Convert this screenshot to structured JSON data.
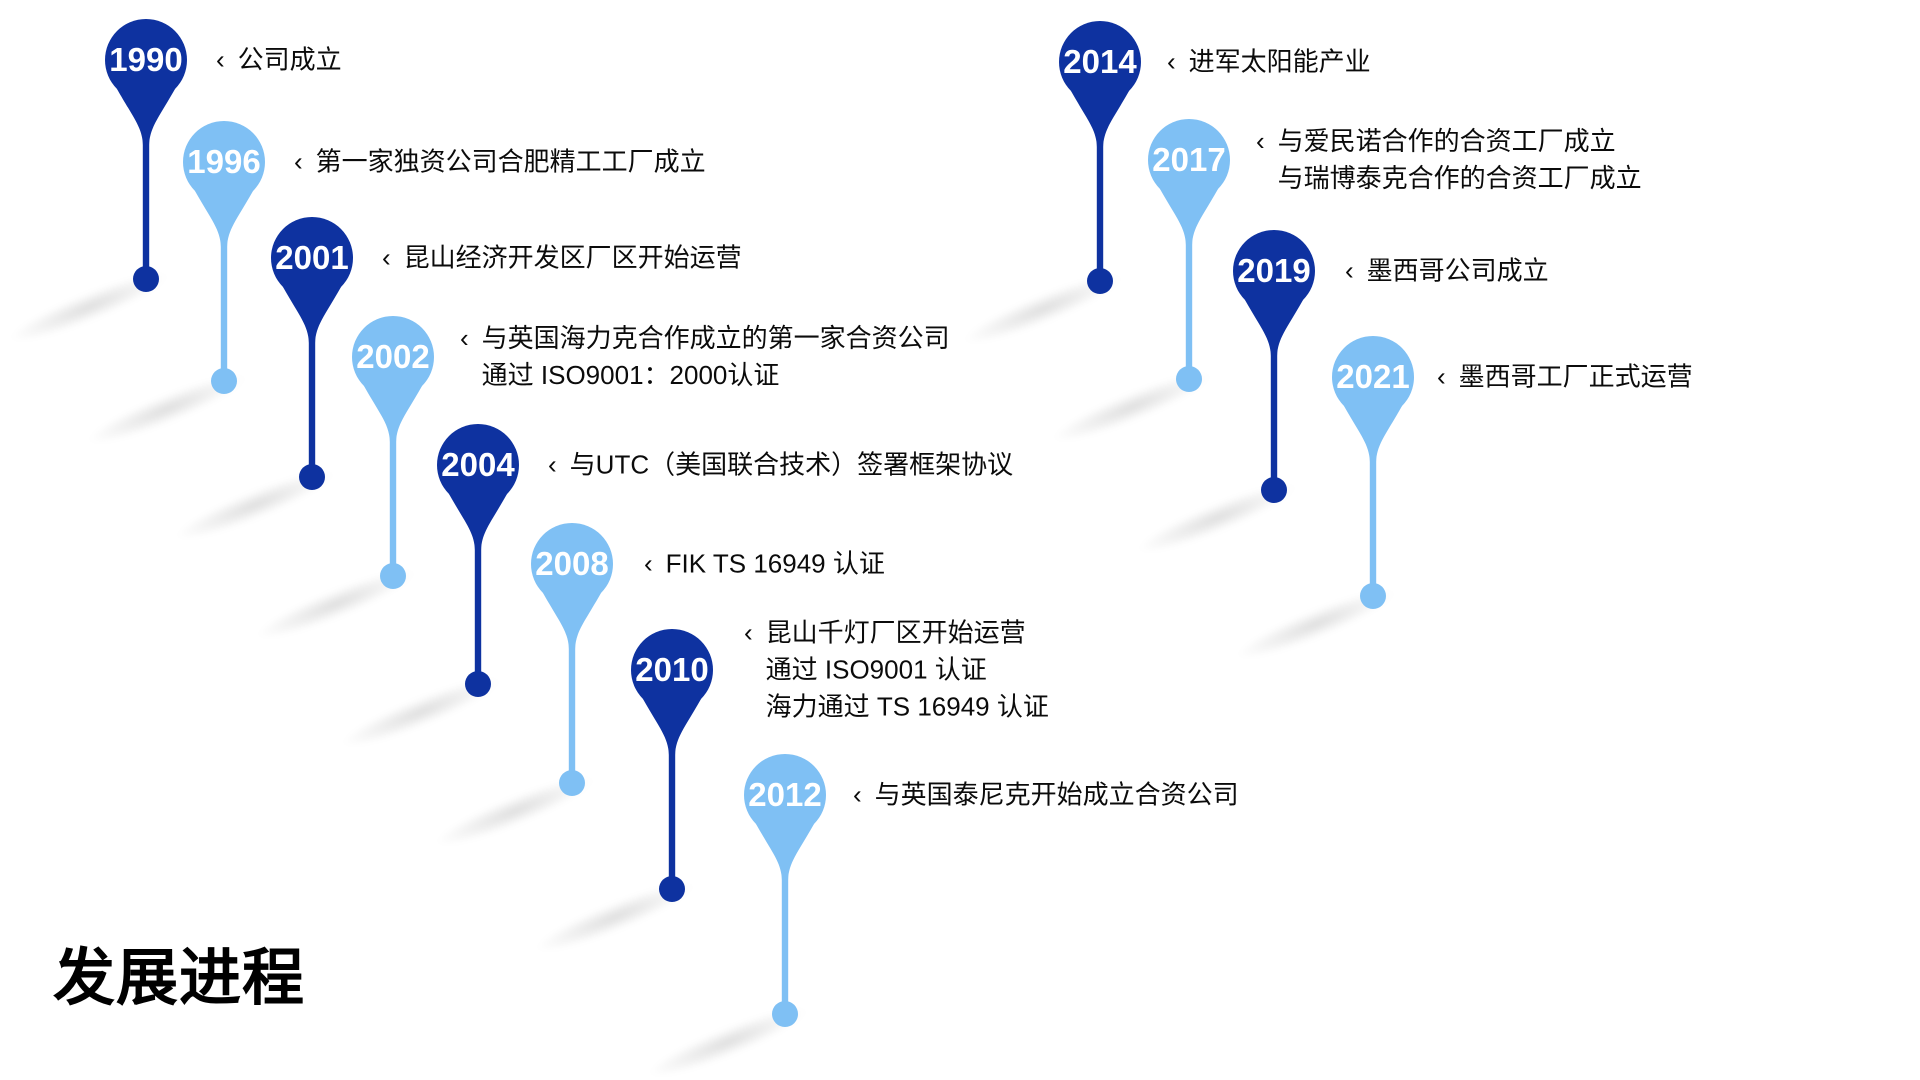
{
  "title": "发展进程",
  "bullet": "‹",
  "colors": {
    "dark": "#0E32A0",
    "light": "#7FC0F4"
  },
  "milestones": [
    {
      "year": "1990",
      "tone": "dark",
      "lines": [
        "公司成立"
      ]
    },
    {
      "year": "1996",
      "tone": "light",
      "lines": [
        "第一家独资公司合肥精工工厂成立"
      ]
    },
    {
      "year": "2001",
      "tone": "dark",
      "lines": [
        "昆山经济开发区厂区开始运营"
      ]
    },
    {
      "year": "2002",
      "tone": "light",
      "lines": [
        "与英国海力克合作成立的第一家合资公司",
        "通过 ISO9001：2000认证"
      ]
    },
    {
      "year": "2004",
      "tone": "dark",
      "lines": [
        "与UTC（美国联合技术）签署框架协议"
      ]
    },
    {
      "year": "2008",
      "tone": "light",
      "lines": [
        "FIK TS 16949 认证"
      ]
    },
    {
      "year": "2010",
      "tone": "dark",
      "lines": [
        "昆山千灯厂区开始运营",
        "通过 ISO9001 认证",
        "海力通过 TS 16949 认证"
      ]
    },
    {
      "year": "2012",
      "tone": "light",
      "lines": [
        "与英国泰尼克开始成立合资公司"
      ]
    },
    {
      "year": "2014",
      "tone": "dark",
      "lines": [
        "进军太阳能产业"
      ]
    },
    {
      "year": "2017",
      "tone": "light",
      "lines": [
        "与爱民诺合作的合资工厂成立",
        "与瑞博泰克合作的合资工厂成立"
      ]
    },
    {
      "year": "2019",
      "tone": "dark",
      "lines": [
        "墨西哥公司成立"
      ]
    },
    {
      "year": "2021",
      "tone": "light",
      "lines": [
        "墨西哥工厂正式运营"
      ]
    }
  ]
}
